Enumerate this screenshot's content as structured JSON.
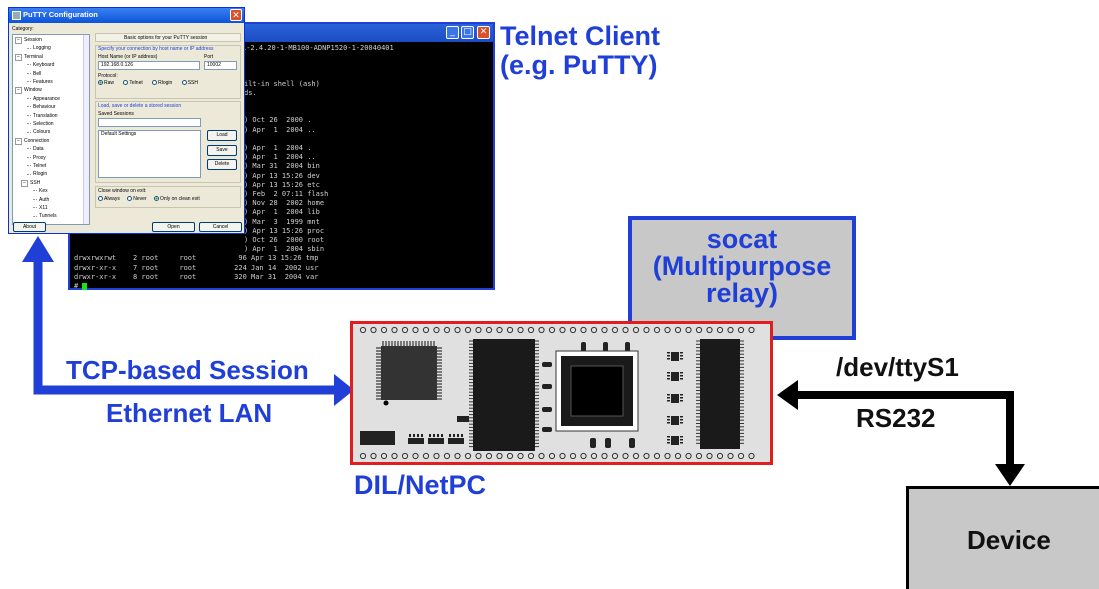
{
  "terminal": {
    "header_text": "1-2.4.20-1-MB100-ADNP1520-1-20040401",
    "lines": [
      "",
      "",
      "",
      "ilt-in shell (ash)",
      "ds.",
      "",
      "",
      ") Oct 26  2000 .",
      ") Apr  1  2004 ..",
      "",
      ") Apr  1  2004 .",
      ") Apr  1  2004 ..",
      ") Mar 31  2004 bin",
      ") Apr 13 15:26 dev",
      ") Apr 13 15:26 etc",
      ") Feb  2 07:11 flash",
      ") Nov 28  2002 home",
      ") Apr  1  2004 lib",
      ") Mar  3  1999 mnt",
      ") Apr 13 15:26 proc",
      ") Oct 26  2000 root",
      ") Apr  1  2004 sbin",
      "drwxrwxrwt    2 root     root          96 Apr 13 15:26 tmp",
      "drwxr-xr-x    7 root     root         224 Jan 14  2002 usr",
      "drwxr-xr-x    8 root     root         320 Mar 31  2004 var"
    ],
    "prompt": "#"
  },
  "putty": {
    "title": "PuTTY Configuration",
    "category_label": "Category:",
    "tree": [
      {
        "label": "Session",
        "level": 0,
        "expander": "−"
      },
      {
        "label": "Logging",
        "level": 2,
        "expander": ""
      },
      {
        "label": "Terminal",
        "level": 0,
        "expander": "−"
      },
      {
        "label": "Keyboard",
        "level": 2,
        "expander": ""
      },
      {
        "label": "Bell",
        "level": 2,
        "expander": ""
      },
      {
        "label": "Features",
        "level": 2,
        "expander": ""
      },
      {
        "label": "Window",
        "level": 0,
        "expander": "−"
      },
      {
        "label": "Appearance",
        "level": 2,
        "expander": ""
      },
      {
        "label": "Behaviour",
        "level": 2,
        "expander": ""
      },
      {
        "label": "Translation",
        "level": 2,
        "expander": ""
      },
      {
        "label": "Selection",
        "level": 2,
        "expander": ""
      },
      {
        "label": "Colours",
        "level": 2,
        "expander": ""
      },
      {
        "label": "Connection",
        "level": 0,
        "expander": "−"
      },
      {
        "label": "Data",
        "level": 2,
        "expander": ""
      },
      {
        "label": "Proxy",
        "level": 2,
        "expander": ""
      },
      {
        "label": "Telnet",
        "level": 2,
        "expander": ""
      },
      {
        "label": "Rlogin",
        "level": 2,
        "expander": ""
      },
      {
        "label": "SSH",
        "level": 1,
        "expander": "−"
      },
      {
        "label": "Kex",
        "level": 3,
        "expander": ""
      },
      {
        "label": "Auth",
        "level": 3,
        "expander": ""
      },
      {
        "label": "X11",
        "level": 3,
        "expander": ""
      },
      {
        "label": "Tunnels",
        "level": 3,
        "expander": ""
      }
    ],
    "panel_title": "Basic options for your PuTTY session",
    "specify_label": "Specify your connection by host name or IP address",
    "host_label": "Host Name (or IP address)",
    "port_label": "Port",
    "host_value": "192.168.0.126",
    "port_value": "10002",
    "protocol_label": "Protocol:",
    "protocols": [
      {
        "label": "Raw",
        "selected": true
      },
      {
        "label": "Telnet",
        "selected": false
      },
      {
        "label": "Rlogin",
        "selected": false
      },
      {
        "label": "SSH",
        "selected": false
      }
    ],
    "load_save_label": "Load, save or delete a stored session",
    "saved_sessions_label": "Saved Sessions",
    "saved_sessions_value": "",
    "sessions": [
      "Default Settings"
    ],
    "load_btn": "Load",
    "save_btn": "Save",
    "delete_btn": "Delete",
    "close_exit_label": "Close window on exit:",
    "exit_options": [
      {
        "label": "Always",
        "selected": false
      },
      {
        "label": "Never",
        "selected": false
      },
      {
        "label": "Only on clean exit",
        "selected": true
      }
    ],
    "about_btn": "About",
    "open_btn": "Open",
    "cancel_btn": "Cancel"
  },
  "labels": {
    "telnet_client_1": "Telnet Client",
    "telnet_client_2": "(e.g. PuTTY)",
    "tcp_session": "TCP-based Session",
    "ethernet_lan": "Ethernet LAN",
    "socat_1": "socat",
    "socat_2": "(Multipurpose",
    "socat_3": "relay)",
    "dev_ttys1": "/dev/ttyS1",
    "rs232": "RS232",
    "dil_netpc": "DIL/NetPC",
    "device": "Device"
  },
  "colors": {
    "blue": "#1f3fd6",
    "red_border": "#e21d1d",
    "box_gray": "#c8c8c8"
  }
}
